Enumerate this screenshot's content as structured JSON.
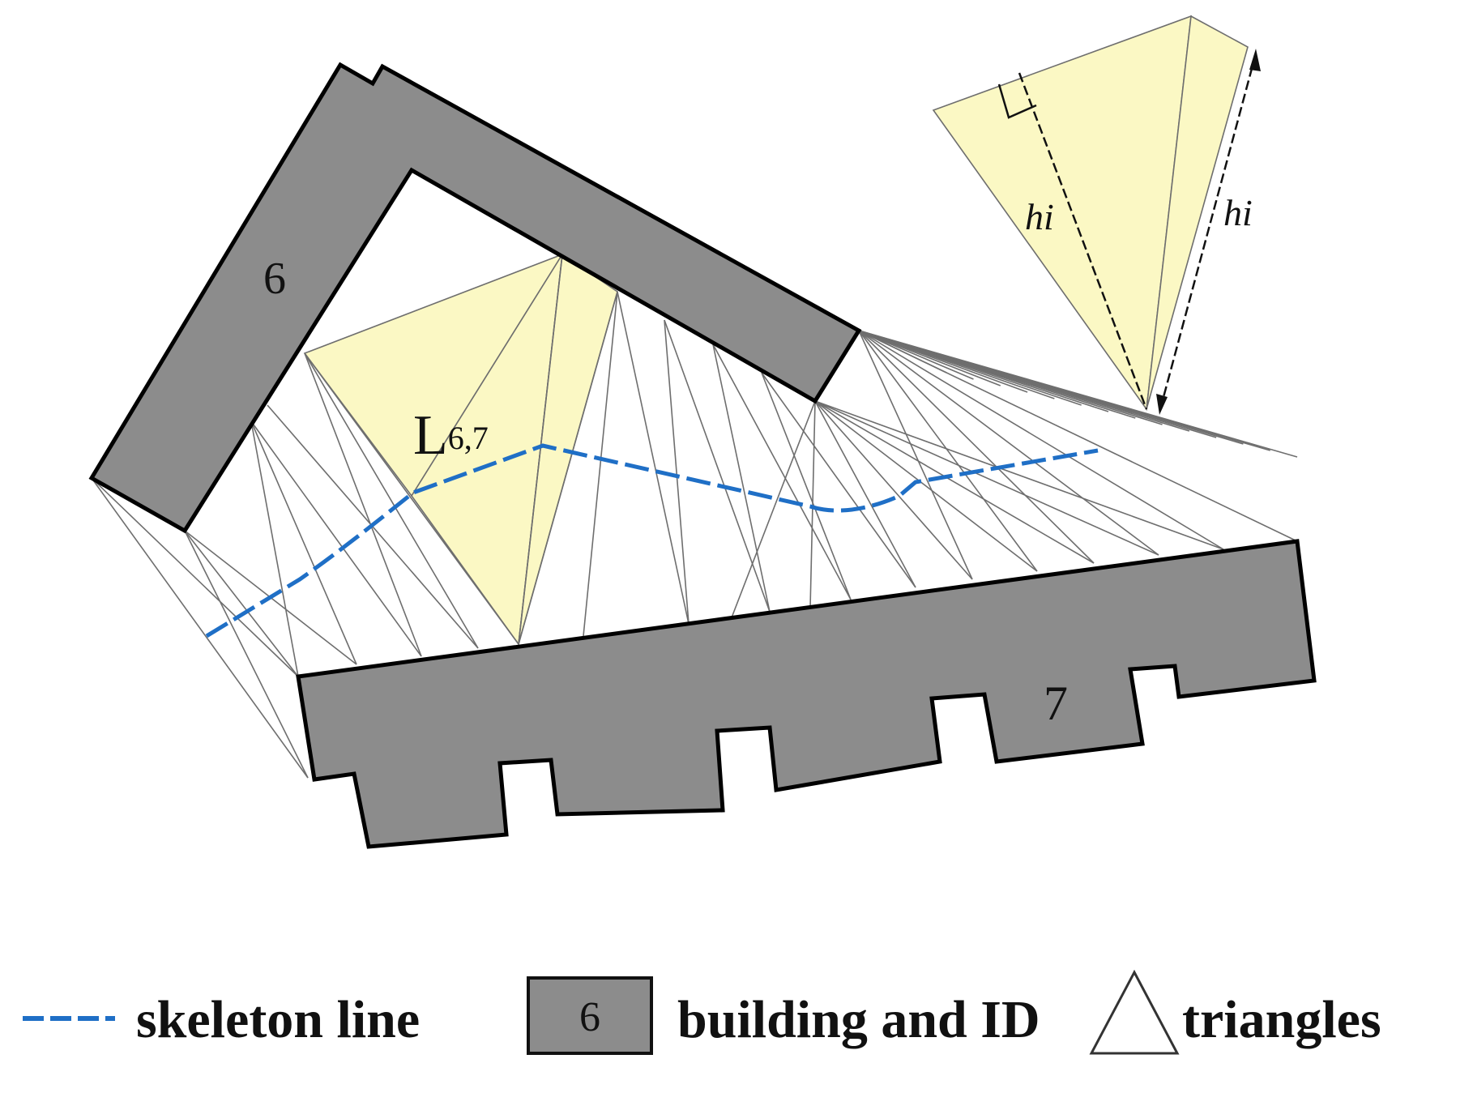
{
  "colors": {
    "building": "#8c8c8c",
    "highlight_triangle": "#fbf8c4",
    "skeleton_line": "#1f6fc6",
    "triangle_edge": "#6e6e6e"
  },
  "buildings": [
    {
      "id": "6",
      "label": "6"
    },
    {
      "id": "7",
      "label": "7"
    }
  ],
  "skeleton_label": {
    "main": "L",
    "subscript": "6,7"
  },
  "inset": {
    "height_label_left": "hi",
    "height_label_right": "hi"
  },
  "legend": {
    "skeleton": "skeleton line",
    "building_id": "6",
    "building": "building and ID",
    "triangles": "triangles"
  }
}
